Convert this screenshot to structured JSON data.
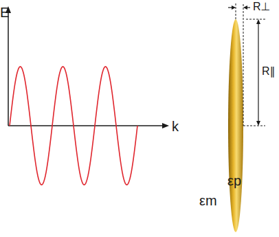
{
  "diagram": {
    "labels": [
      "E",
      "k",
      "R⊥",
      "R∥",
      "εp",
      "εm"
    ]
  }
}
